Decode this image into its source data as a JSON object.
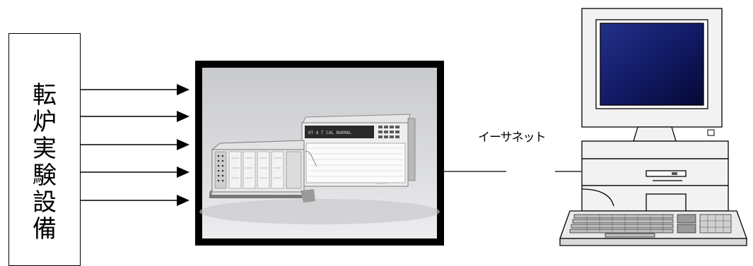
{
  "diagram": {
    "source": {
      "label_chars": [
        "転",
        "炉",
        "実",
        "験",
        "設",
        "備"
      ]
    },
    "network_label": "イーサネット",
    "colors": {
      "stroke": "#000000",
      "monitor_screen": "#0c1250",
      "photo_bg": "#d7d8da",
      "casing": "#f2f2f2"
    },
    "icons": {
      "recorder": "data-recorder-photo",
      "computer": "desktop-computer-icon"
    }
  }
}
